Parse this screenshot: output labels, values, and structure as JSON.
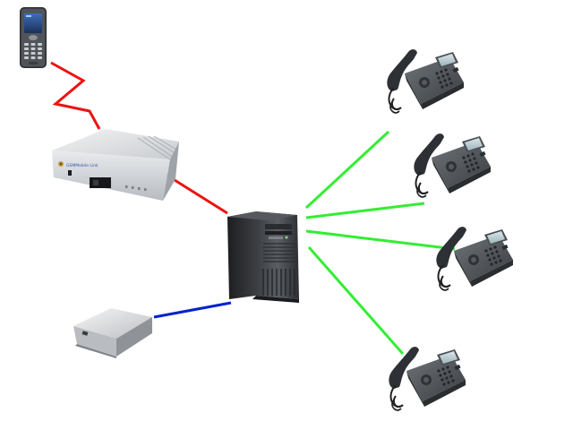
{
  "diagram": {
    "nodes": [
      {
        "id": "mobile-phone",
        "icon": "mobile-phone-icon"
      },
      {
        "id": "gsm-gateway",
        "icon": "gsm-gateway-icon",
        "brand_text": "GSMMobile Link",
        "brand_text_2": ""
      },
      {
        "id": "pbx-server",
        "icon": "server-tower-icon"
      },
      {
        "id": "usb-adapter",
        "icon": "usb-adapter-box-icon"
      },
      {
        "id": "ip-phone-1",
        "icon": "desk-phone-icon"
      },
      {
        "id": "ip-phone-2",
        "icon": "desk-phone-icon"
      },
      {
        "id": "ip-phone-3",
        "icon": "desk-phone-icon"
      },
      {
        "id": "ip-phone-4",
        "icon": "desk-phone-icon"
      }
    ],
    "links": [
      {
        "from": "mobile-phone",
        "to": "gsm-gateway",
        "type": "wireless",
        "color": "#ee1111"
      },
      {
        "from": "gsm-gateway",
        "to": "pbx-server",
        "type": "wired",
        "color": "#ee1111"
      },
      {
        "from": "usb-adapter",
        "to": "pbx-server",
        "type": "wired",
        "color": "#0022cc"
      },
      {
        "from": "pbx-server",
        "to": "ip-phone-1",
        "type": "wired",
        "color": "#33ee33"
      },
      {
        "from": "pbx-server",
        "to": "ip-phone-2",
        "type": "wired",
        "color": "#33ee33"
      },
      {
        "from": "pbx-server",
        "to": "ip-phone-3",
        "type": "wired",
        "color": "#33ee33"
      },
      {
        "from": "pbx-server",
        "to": "ip-phone-4",
        "type": "wired",
        "color": "#33ee33"
      }
    ]
  }
}
